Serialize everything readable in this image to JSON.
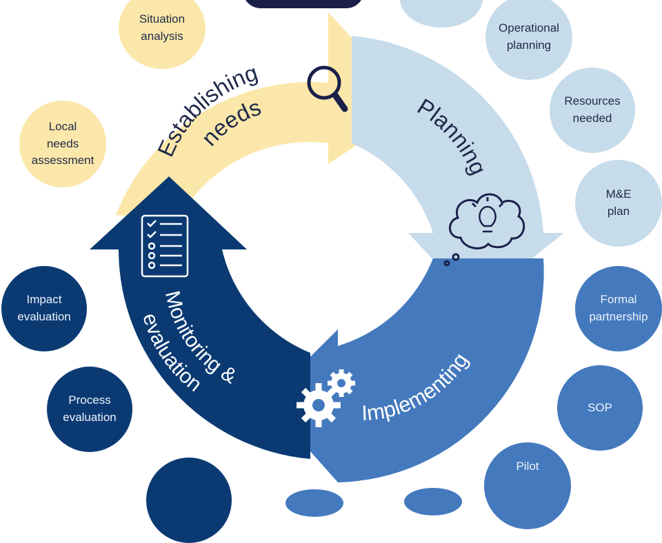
{
  "stages": {
    "establishing": "Establishing\nneeds",
    "planning": "Planning",
    "implementing": "Implementing",
    "monitoring": "Monitoring &\nevaluation"
  },
  "bubbles": {
    "situation_analysis": "Situation\nanalysis",
    "local_needs": "Local\nneeds\nassessment",
    "operational_planning": "Operational\nplanning",
    "resources_needed": "Resources\nneeded",
    "me_plan": "M&E\nplan",
    "formal_partnership": "Formal\npartnership",
    "sop": "SOP",
    "pilot": "Pilot",
    "impact_evaluation": "Impact\nevaluation",
    "process_evaluation": "Process\nevaluation"
  },
  "colors": {
    "establishing": "#fbe7a9",
    "planning": "#c6dceb",
    "implementing": "#4479bd",
    "monitoring": "#0b3a73",
    "icon_dark": "#1a1f4a"
  },
  "icons": {
    "establishing": "magnifier-icon",
    "planning": "lightbulb-thought-icon",
    "implementing": "gears-icon",
    "monitoring": "checklist-icon"
  }
}
